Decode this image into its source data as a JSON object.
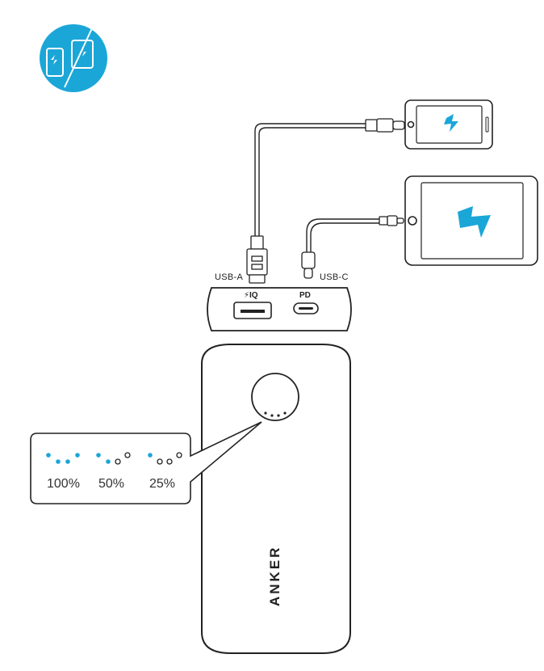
{
  "badge": {
    "icon": "phone-tablet-charging-icon",
    "color": "#1ba6d8"
  },
  "ports": {
    "usb_a_label": "USB-A",
    "usb_c_label": "USB-C",
    "usb_a_marking": "⚡IQ",
    "usb_c_marking": "PD"
  },
  "devices": [
    {
      "name": "phone",
      "icon": "lightning-bolt-icon"
    },
    {
      "name": "tablet",
      "icon": "lightning-bolt-icon"
    }
  ],
  "battery_indicator": {
    "dot_color": "#1ba6d8",
    "levels": [
      {
        "label": "100%",
        "lit": 4,
        "total": 4
      },
      {
        "label": "50%",
        "lit": 2,
        "total": 4
      },
      {
        "label": "25%",
        "lit": 1,
        "total": 4
      }
    ]
  },
  "brand": "ANKER"
}
